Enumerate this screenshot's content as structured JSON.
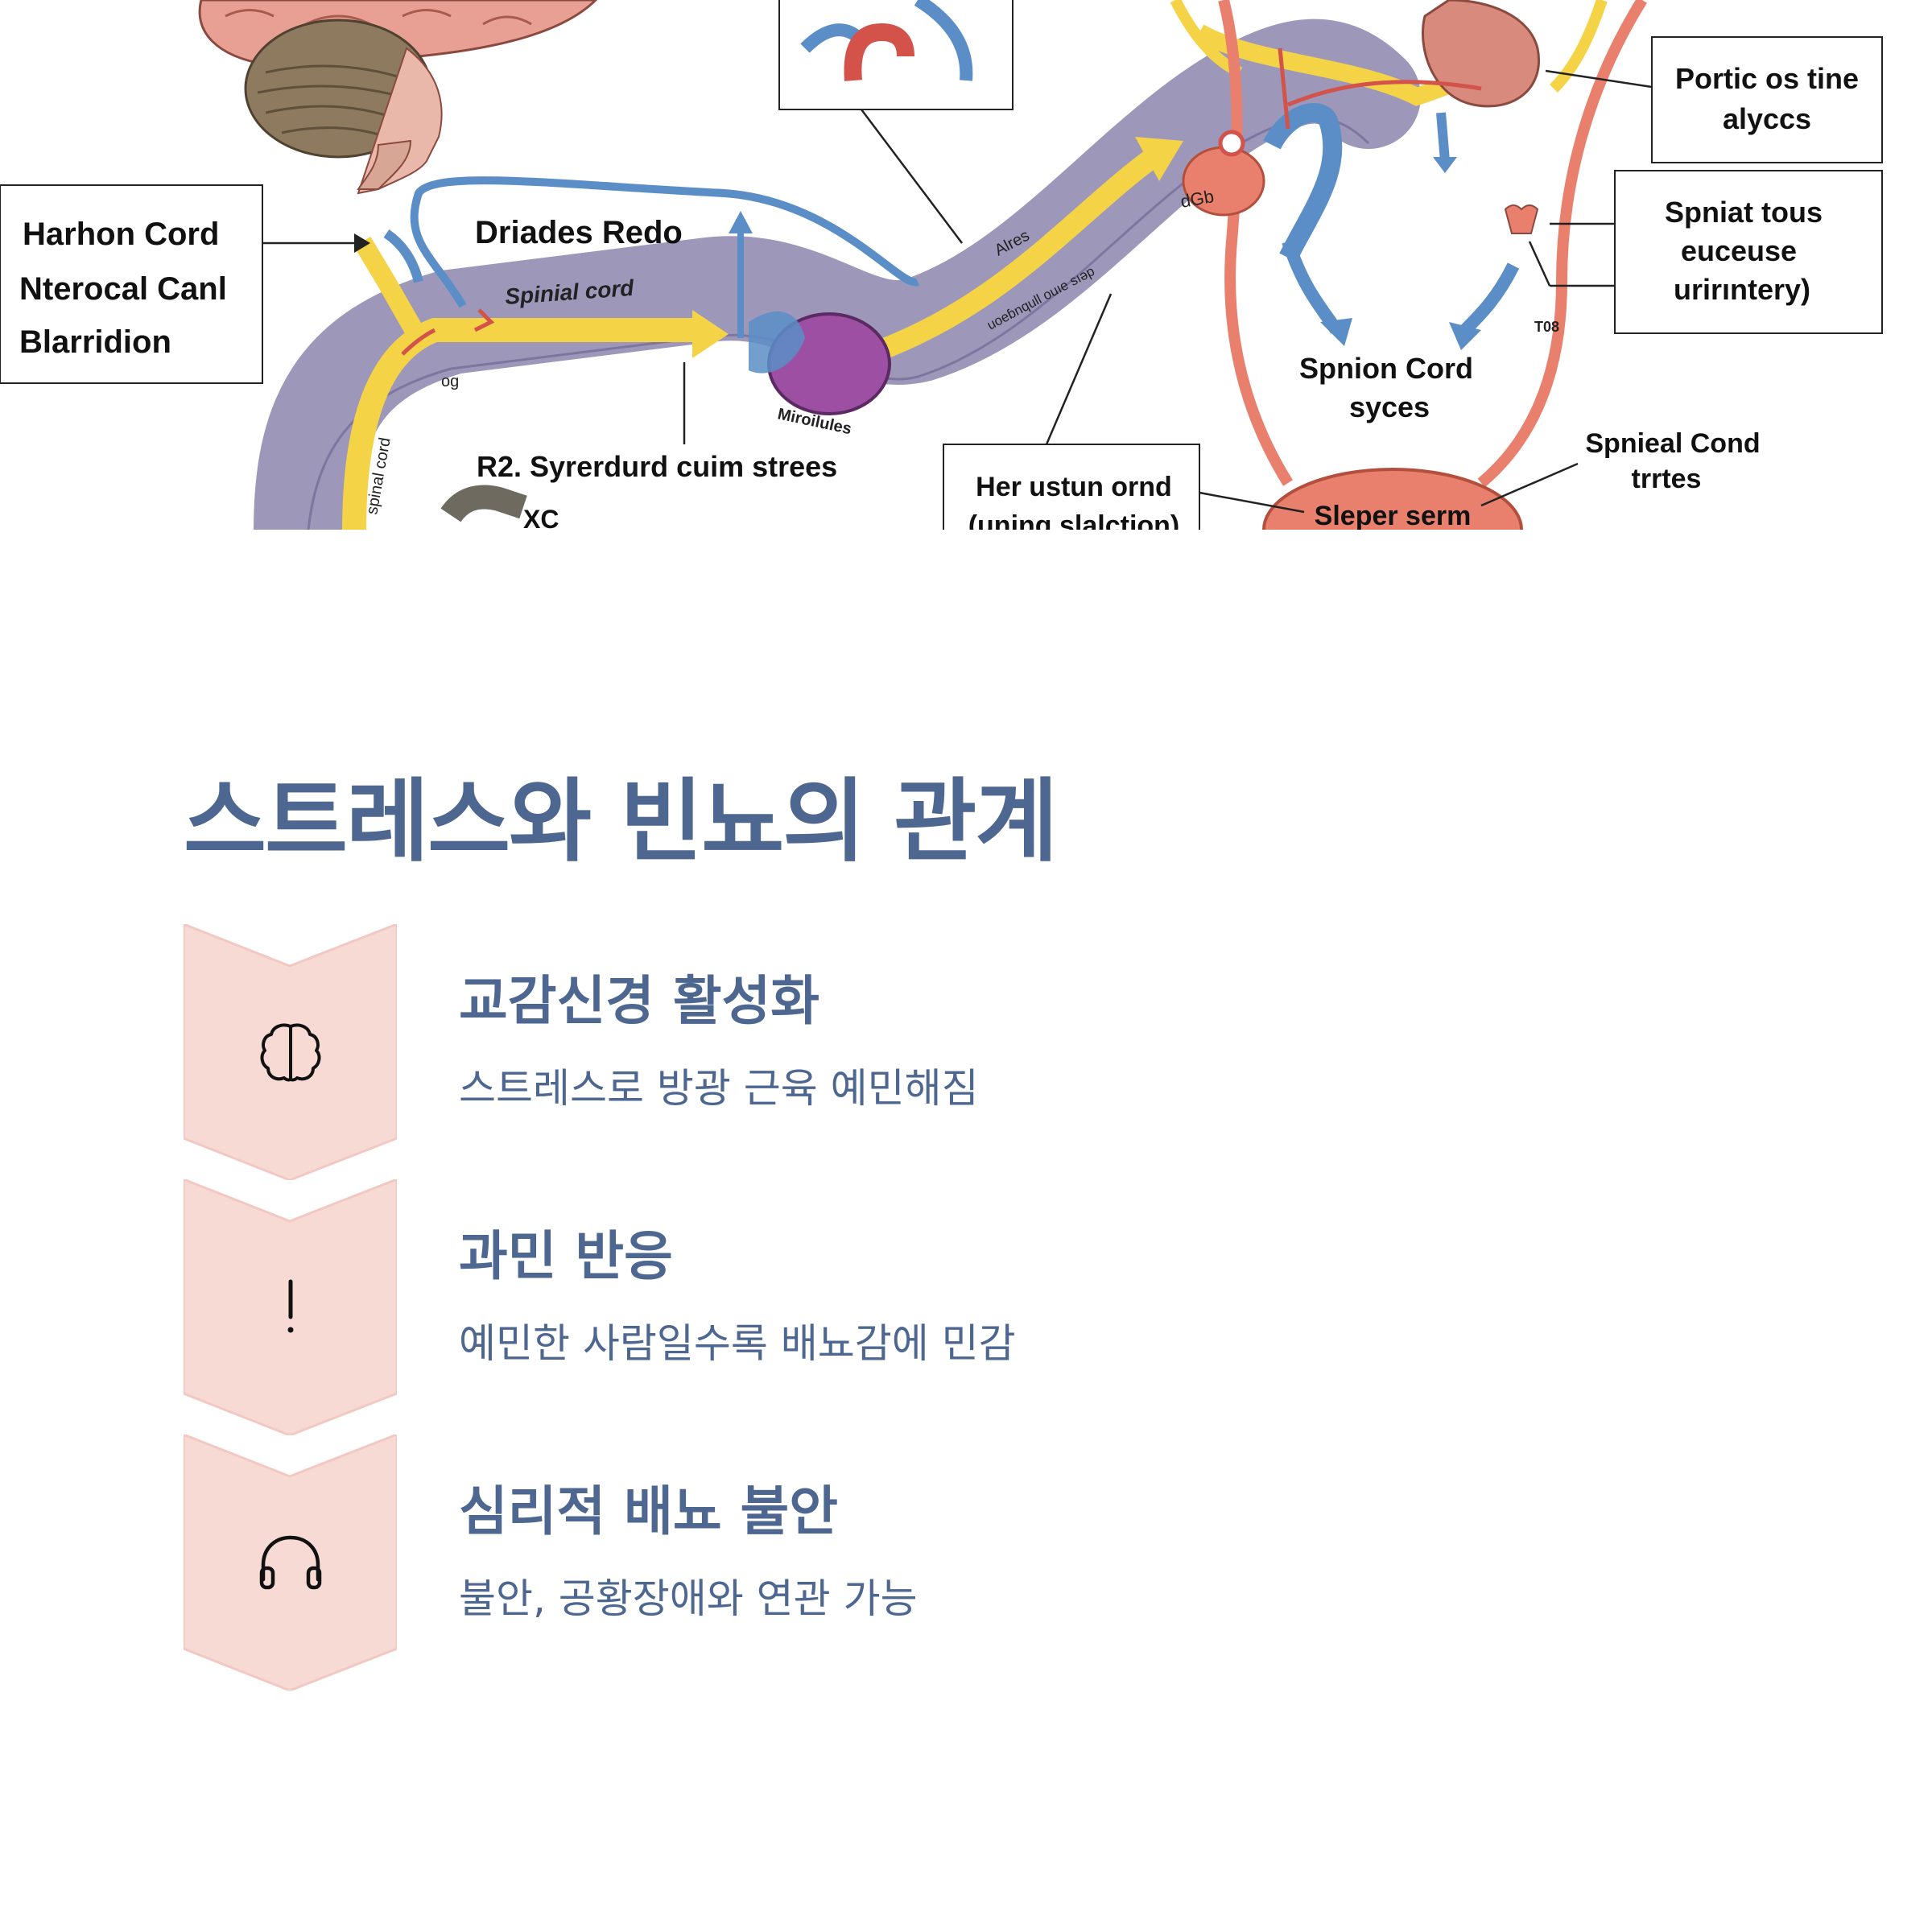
{
  "illustration": {
    "labels": {
      "harhon": [
        "Harhon Cord",
        "Nterocal Canl",
        "Blarridion"
      ],
      "driades": "Driades Redo",
      "spinial_cord": "Spinial cord",
      "og": "og",
      "microlules": "Miroilules",
      "syrerdurd": "R2. Syrerdurd cuim strees",
      "xc": "XC",
      "alres": "Alres",
      "curved_text": "uoeɓnqull ouıe sıəp",
      "dgb": "dGb",
      "portic": [
        "Portic os tine",
        "alyccs"
      ],
      "spniat": [
        "Spniat tous",
        "euceuse",
        "urirıntery)"
      ],
      "t08": "T08",
      "spnion_cord": [
        "Spnion Cord",
        "syces"
      ],
      "spnieal": [
        "Spnieal Cond",
        "trrtes"
      ],
      "her_ustun": [
        "Her ustun ornd",
        "(uning slalction)"
      ],
      "sleper": "Sleper serm",
      "vertical_text": "spinal cord"
    }
  },
  "content": {
    "title": "스트레스와 빈뇨의 관계",
    "steps": [
      {
        "icon": "brain-icon",
        "title": "교감신경 활성화",
        "description": "스트레스로 방광 근육 예민해짐"
      },
      {
        "icon": "exclamation-icon",
        "title": "과민 반응",
        "description": "예민한 사람일수록 배뇨감에 민감"
      },
      {
        "icon": "headphones-icon",
        "title": "심리적 배뇨 불안",
        "description": "불안, 공황장애와 연관 가능"
      }
    ]
  },
  "colors": {
    "title": "#4e6791",
    "chevron_fill": "#f8dad5",
    "chevron_stroke": "#f1c8c2",
    "spinal_tube": "#9d97ba",
    "nerve_yellow": "#f5d347",
    "nerve_blue": "#5b8ec7",
    "tissue_red": "#e9806d"
  }
}
